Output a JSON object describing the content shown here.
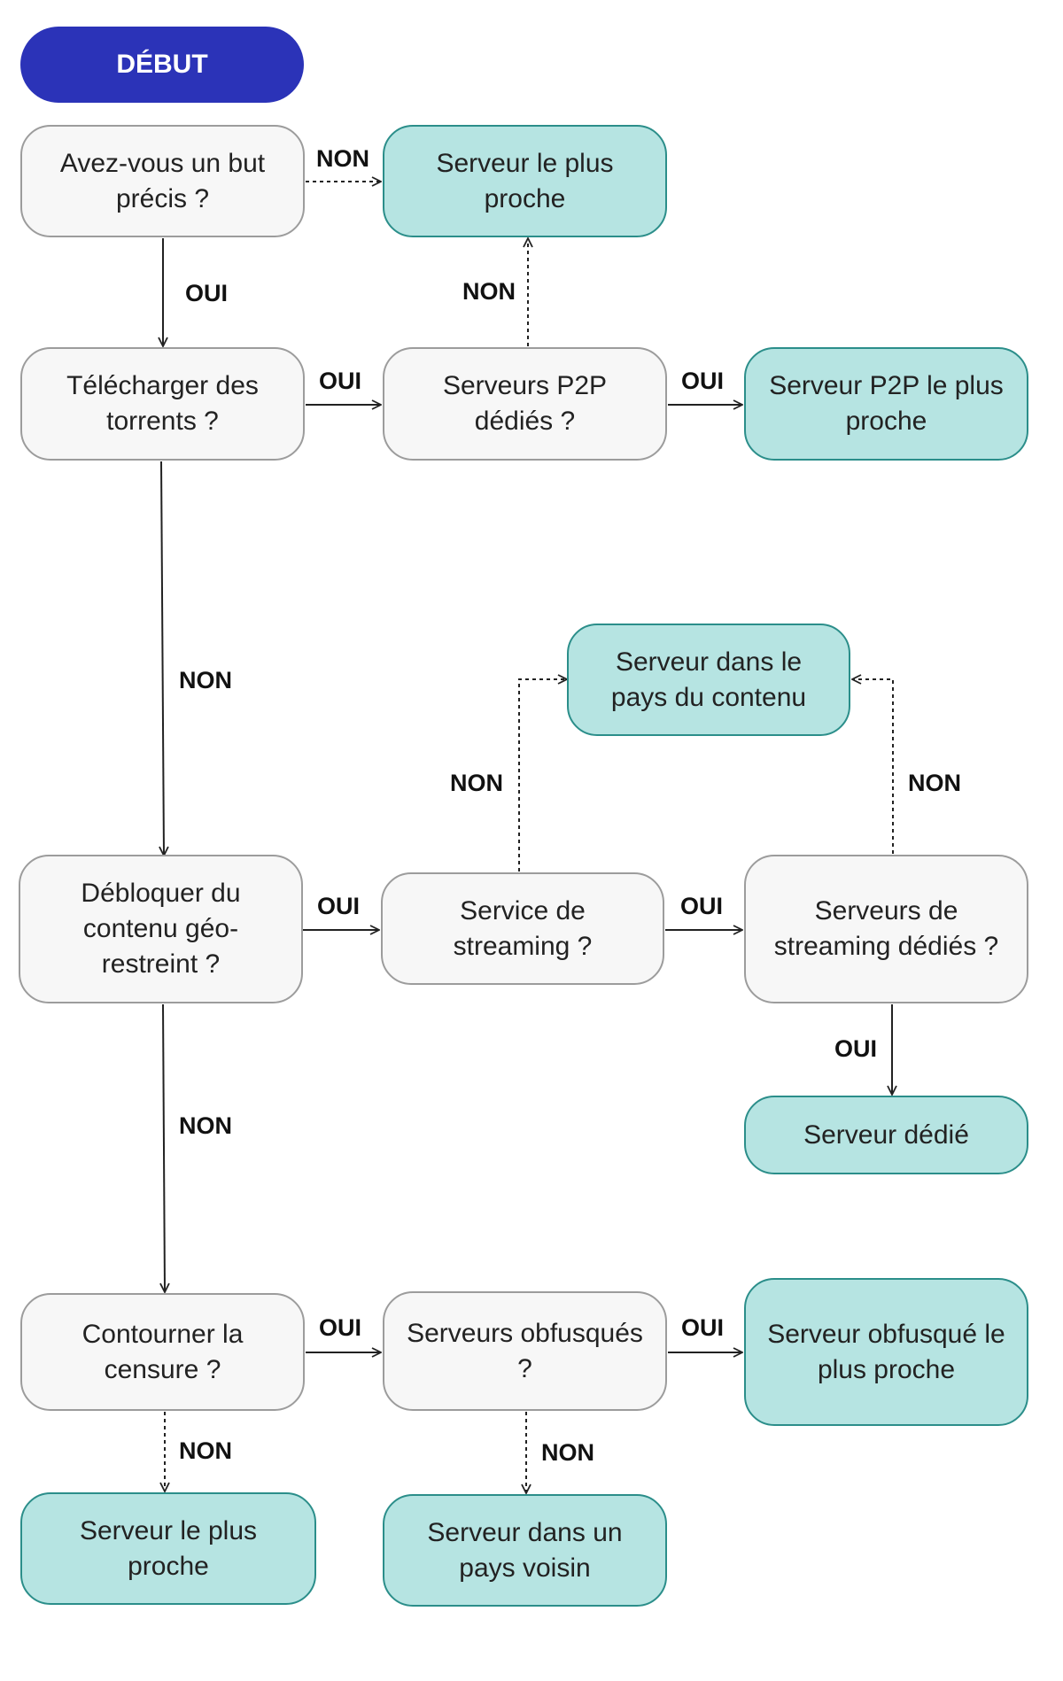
{
  "nodes": {
    "start": "DÉBUT",
    "q_purpose": "Avez-vous un but précis ?",
    "r_nearest_1": "Serveur le plus proche",
    "q_torrents": "Télécharger des torrents ?",
    "q_p2p": "Serveurs P2P dédiés ?",
    "r_p2p": "Serveur P2P le plus proche",
    "r_content_country": "Serveur dans le pays du contenu",
    "q_geo": "Débloquer du contenu géo-restreint ?",
    "q_streaming": "Service de streaming ?",
    "q_streaming_servers": "Serveurs de streaming dédiés ?",
    "r_dedicated": "Serveur dédié",
    "q_censorship": "Contourner la censure ?",
    "q_obfuscated": "Serveurs obfusqués ?",
    "r_obfuscated": "Serveur obfusqué le plus proche",
    "r_nearest_2": "Serveur le plus proche",
    "r_neighbor": "Serveur dans un pays voisin"
  },
  "edge_labels": {
    "purpose_no": "NON",
    "purpose_yes": "OUI",
    "torrents_yes": "OUI",
    "p2p_no": "NON",
    "p2p_yes": "OUI",
    "torrents_no": "NON",
    "geo_yes": "OUI",
    "streaming_no": "NON",
    "streaming_servers_no": "NON",
    "streaming_yes": "OUI",
    "streaming_servers_yes": "OUI",
    "geo_no": "NON",
    "censorship_yes": "OUI",
    "obfuscated_yes": "OUI",
    "censorship_no": "NON",
    "obfuscated_no": "NON"
  },
  "colors": {
    "start_fill": "#2b33b8",
    "question_fill": "#f7f7f7",
    "question_border": "#9c9c9c",
    "result_fill": "#b6e4e2",
    "result_border": "#2b8e8a",
    "line": "#222222"
  }
}
